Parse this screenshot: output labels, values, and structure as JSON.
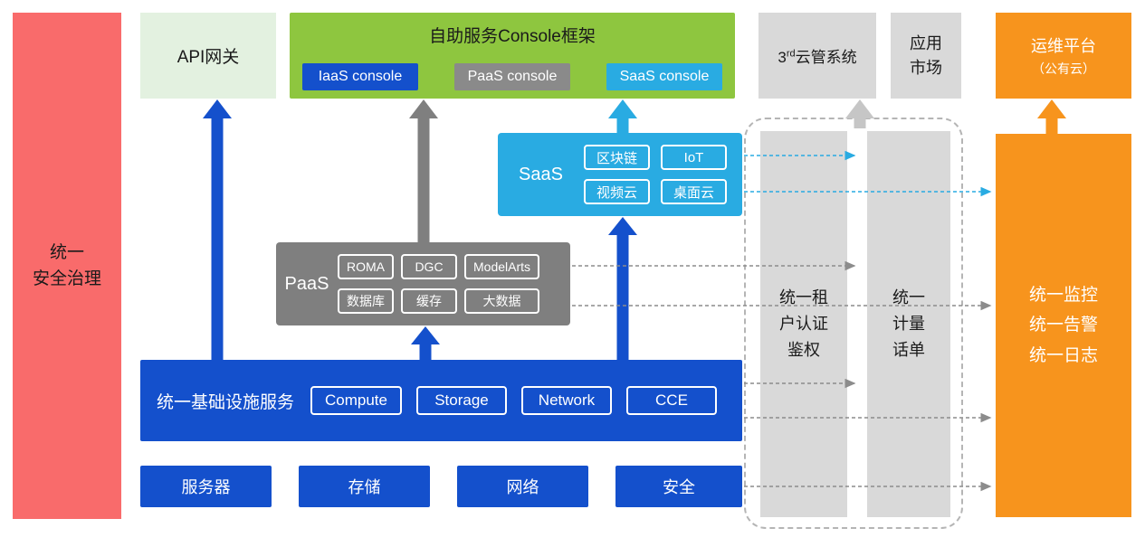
{
  "colors": {
    "red": "#f96b6b",
    "light_green": "#e3f1e0",
    "green": "#8ec63f",
    "blue": "#1450cc",
    "gray": "#7f7f7f",
    "light_gray": "#d9d9d9",
    "cyan": "#29abe2",
    "orange": "#f7941d"
  },
  "security_bar": {
    "label": "统一\n安全治理"
  },
  "api_gateway": {
    "label": "API网关"
  },
  "console_frame": {
    "title": "自助服务Console框架",
    "consoles": [
      {
        "label": "IaaS console"
      },
      {
        "label": "PaaS console"
      },
      {
        "label": "SaaS console"
      }
    ]
  },
  "third_party": {
    "prefix": "3",
    "sup": "rd",
    "suffix": "云管系统"
  },
  "app_market": {
    "label": "应用\n市场"
  },
  "ops_platform": {
    "line1": "运维平台",
    "line2": "（公有云）"
  },
  "saas": {
    "label": "SaaS",
    "items": [
      "区块链",
      "IoT",
      "视频云",
      "桌面云"
    ]
  },
  "paas": {
    "label": "PaaS",
    "items": [
      "ROMA",
      "DGC",
      "ModelArts",
      "数据库",
      "缓存",
      "大数据"
    ]
  },
  "infra": {
    "label": "统一基础设施服务",
    "items": [
      "Compute",
      "Storage",
      "Network",
      "CCE"
    ]
  },
  "bottom_row": [
    "服务器",
    "存储",
    "网络",
    "安全"
  ],
  "auth_bar": {
    "label": "统一租\n户认证\n鉴权"
  },
  "metering_bar": {
    "label": "统一\n计量\n话单"
  },
  "monitor_bar": {
    "label": "统一监控\n统一告警\n统一日志"
  }
}
